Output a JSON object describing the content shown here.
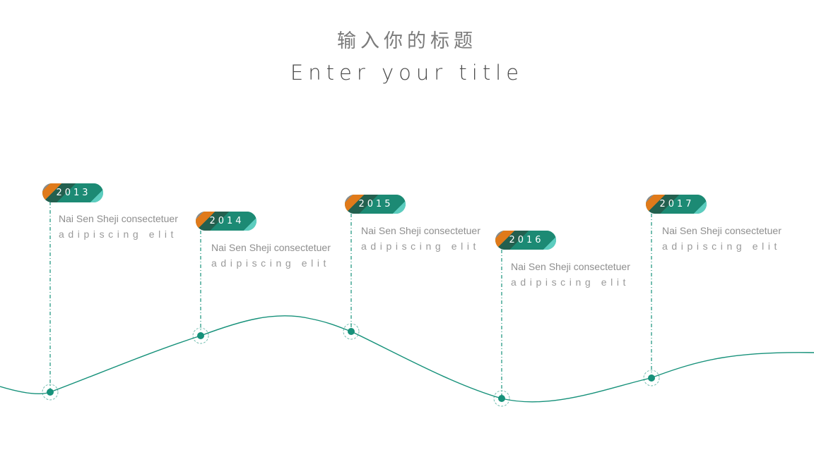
{
  "title": {
    "cn": "输入你的标题",
    "en": "Enter your title"
  },
  "colors": {
    "accent": "#16917a",
    "accent_dark": "#23604f",
    "accent_light": "#5ccdbf",
    "orange": "#e07a1a",
    "text": "#8e8e8e"
  },
  "timeline": [
    {
      "year": "2013",
      "line1": "Nai Sen Sheji consectetuer",
      "line2": "adipiscing elit"
    },
    {
      "year": "2014",
      "line1": "Nai Sen Sheji consectetuer",
      "line2": "adipiscing elit"
    },
    {
      "year": "2015",
      "line1": "Nai Sen Sheji consectetuer",
      "line2": "adipiscing elit"
    },
    {
      "year": "2016",
      "line1": "Nai Sen Sheji consectetuer",
      "line2": "adipiscing elit"
    },
    {
      "year": "2017",
      "line1": "Nai Sen Sheji consectetuer",
      "line2": "adipiscing elit"
    }
  ]
}
